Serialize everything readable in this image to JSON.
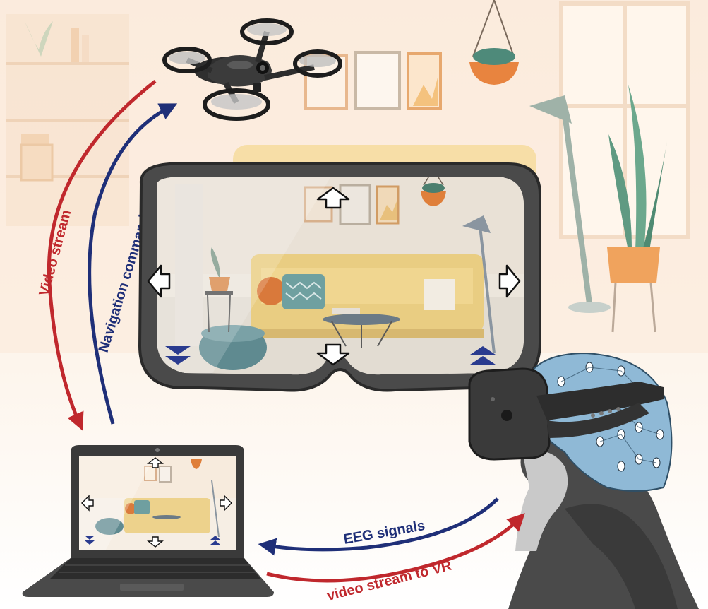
{
  "labels": {
    "video_stream": "Video stream",
    "navigation_commands": "Navigation commands",
    "eeg_signals": "EEG signals",
    "video_stream_to_vr": "video stream to VR"
  },
  "colors": {
    "red_arrow": "#c0282d",
    "blue_arrow": "#1f2f78",
    "room_bg": "#fbeee0",
    "sofa": "#f2d27e",
    "cap": "#8fb9d6",
    "dark": "#3a3a3a"
  },
  "icons": {
    "drone": "drone-icon",
    "vr_headset": "vr-headset-icon",
    "laptop": "laptop-icon",
    "user": "user-with-eeg-cap-icon",
    "arrow_up": "arrow-up-icon",
    "arrow_down": "arrow-down-icon",
    "arrow_left": "arrow-left-icon",
    "arrow_right": "arrow-right-icon",
    "descend": "double-chevron-down-icon",
    "ascend": "double-chevron-up-icon"
  }
}
